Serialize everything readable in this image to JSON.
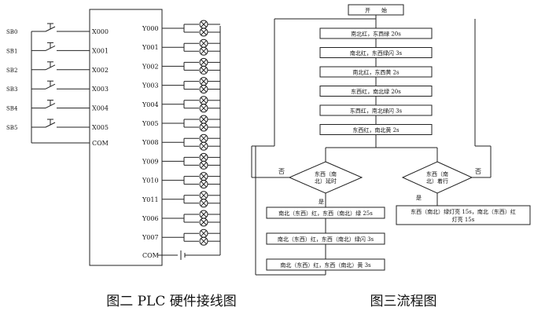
{
  "plc": {
    "inputs": [
      {
        "switch": "SB0",
        "terminal": "X000"
      },
      {
        "switch": "SB1",
        "terminal": "X001"
      },
      {
        "switch": "SB2",
        "terminal": "X002"
      },
      {
        "switch": "SB3",
        "terminal": "X003"
      },
      {
        "switch": "SB4",
        "terminal": "X004"
      },
      {
        "switch": "SB5",
        "terminal": "X005"
      }
    ],
    "com_left": "COM",
    "outputs": [
      "Y000",
      "Y001",
      "Y002",
      "Y003",
      "Y004",
      "Y005",
      "Y008",
      "Y009",
      "Y010",
      "Y011",
      "Y006",
      "Y007"
    ],
    "com_right": "COM"
  },
  "flow": {
    "start": "开　　始",
    "main_steps": [
      "南北红，东西绿 20s",
      "南北红，东西绿闪 3s",
      "南北红，东西黄 2s",
      "东西红，南北绿 20s",
      "东西红，南北绿闪 3s",
      "东西红，南北黄 2s"
    ],
    "decision_left": [
      "东西（南",
      "北）延时"
    ],
    "decision_right": [
      "东西（南",
      "北）着行"
    ],
    "no_left": "否",
    "no_right": "否",
    "yes_left": "是",
    "yes_right": "是",
    "left_steps": [
      "南北（东西）红，东西（南北）绿 25s",
      "南北（东西）红，东西（南北）绿闪 3s",
      "南北（东西）红，东西（南北）黄 3s"
    ],
    "right_step": [
      "东西（南北）绿灯亮 15s，南北（东西）红",
      "灯亮 15s"
    ]
  },
  "captions": {
    "left": "图二 PLC 硬件接线图",
    "right": "图三流程图"
  }
}
